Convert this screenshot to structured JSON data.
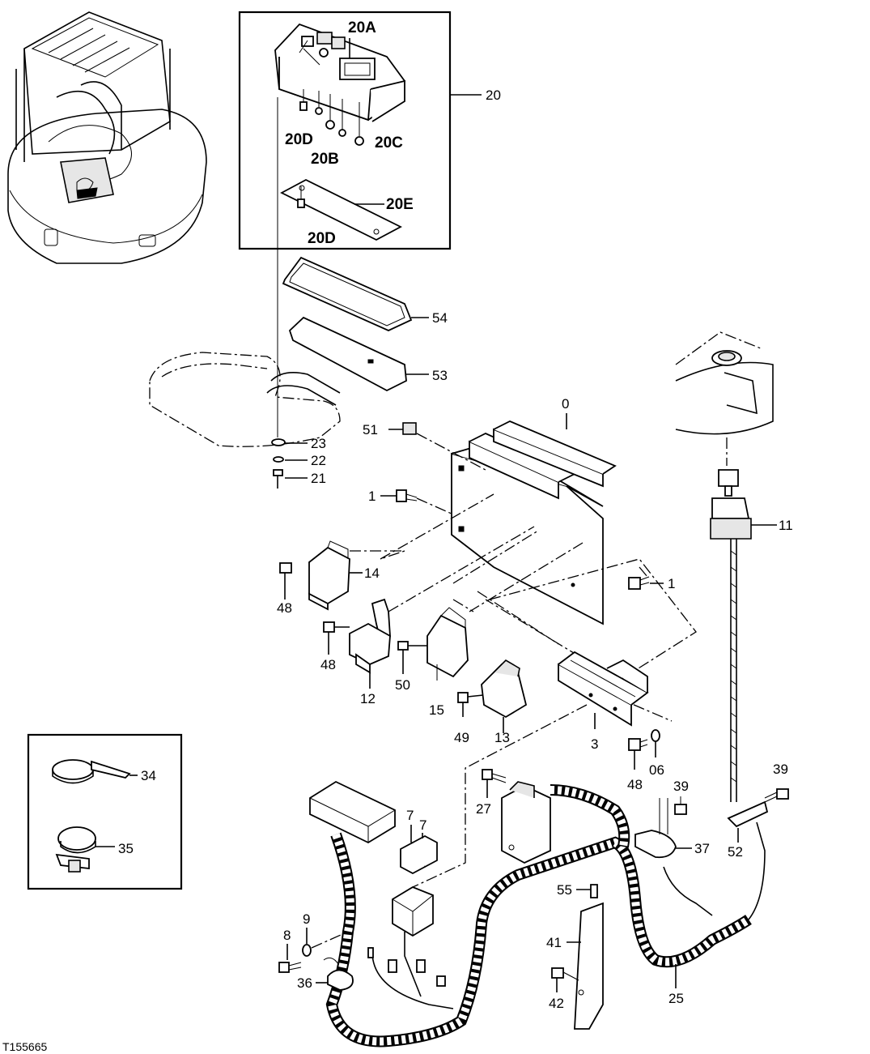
{
  "diagram": {
    "figure_id": "T155665",
    "callouts": [
      {
        "id": "c20A",
        "text": "20A"
      },
      {
        "id": "c20",
        "text": "20"
      },
      {
        "id": "c20D_top",
        "text": "20D"
      },
      {
        "id": "c20B",
        "text": "20B"
      },
      {
        "id": "c20C",
        "text": "20C"
      },
      {
        "id": "c20E",
        "text": "20E"
      },
      {
        "id": "c20D_bot",
        "text": "20D"
      },
      {
        "id": "c54",
        "text": "54"
      },
      {
        "id": "c53",
        "text": "53"
      },
      {
        "id": "c0",
        "text": "0"
      },
      {
        "id": "c51",
        "text": "51"
      },
      {
        "id": "c23",
        "text": "23"
      },
      {
        "id": "c22",
        "text": "22"
      },
      {
        "id": "c21",
        "text": "21"
      },
      {
        "id": "c1_left",
        "text": "1"
      },
      {
        "id": "c11",
        "text": "11"
      },
      {
        "id": "c14",
        "text": "14"
      },
      {
        "id": "c1_right",
        "text": "1"
      },
      {
        "id": "c48_a",
        "text": "48"
      },
      {
        "id": "c48_b",
        "text": "48"
      },
      {
        "id": "c50",
        "text": "50"
      },
      {
        "id": "c12",
        "text": "12"
      },
      {
        "id": "c15",
        "text": "15"
      },
      {
        "id": "c49",
        "text": "49"
      },
      {
        "id": "c13",
        "text": "13"
      },
      {
        "id": "c3",
        "text": "3"
      },
      {
        "id": "c34",
        "text": "34"
      },
      {
        "id": "c35",
        "text": "35"
      },
      {
        "id": "c48_c",
        "text": "48"
      },
      {
        "id": "c06",
        "text": "06"
      },
      {
        "id": "c39_a",
        "text": "39"
      },
      {
        "id": "c39_b",
        "text": "39"
      },
      {
        "id": "c27",
        "text": "27"
      },
      {
        "id": "c7_a",
        "text": "7"
      },
      {
        "id": "c7_b",
        "text": "7"
      },
      {
        "id": "c37",
        "text": "37"
      },
      {
        "id": "c52",
        "text": "52"
      },
      {
        "id": "c55",
        "text": "55"
      },
      {
        "id": "c9",
        "text": "9"
      },
      {
        "id": "c8",
        "text": "8"
      },
      {
        "id": "c41",
        "text": "41"
      },
      {
        "id": "c36",
        "text": "36"
      },
      {
        "id": "c42",
        "text": "42"
      },
      {
        "id": "c25",
        "text": "25"
      }
    ]
  }
}
